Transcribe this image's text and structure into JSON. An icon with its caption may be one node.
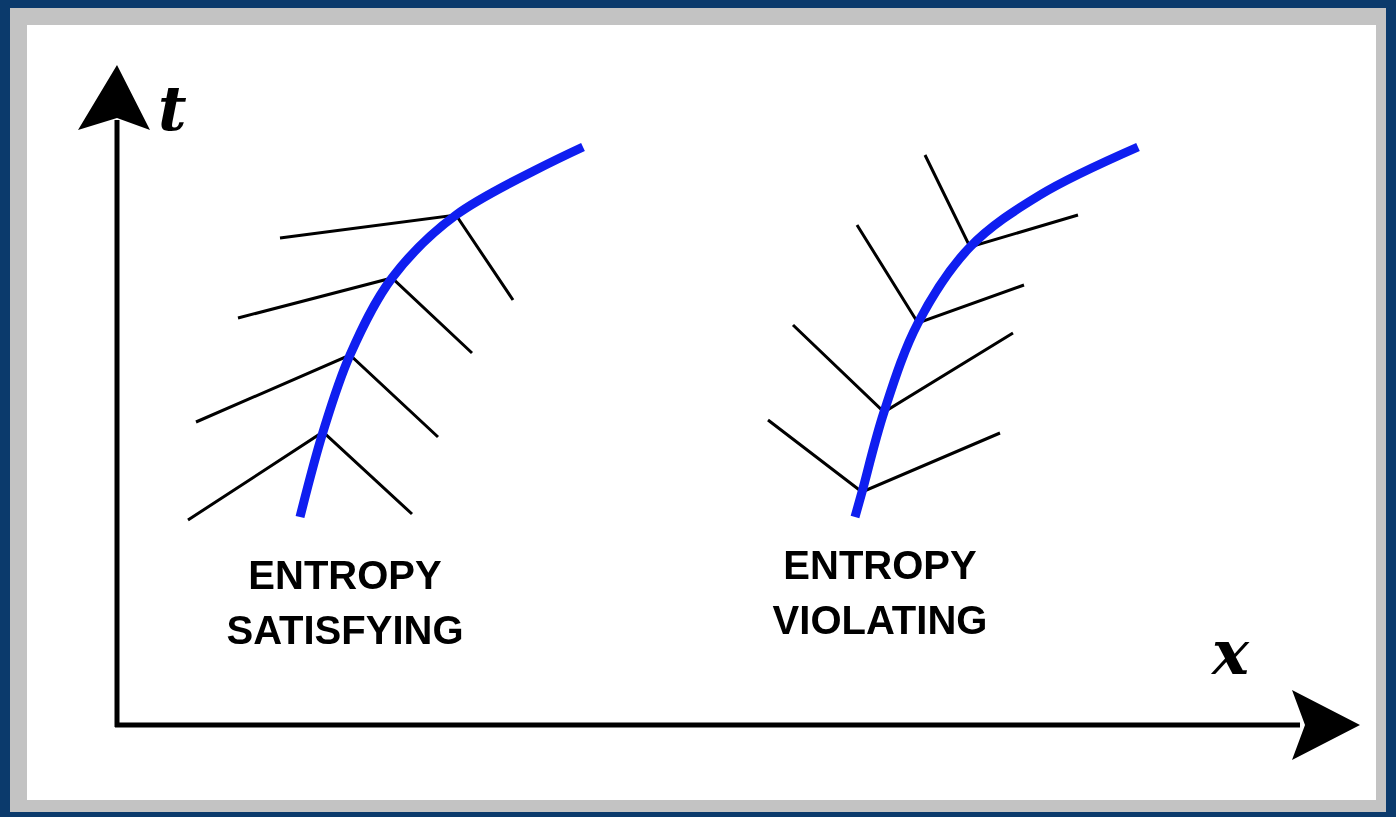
{
  "diagram": {
    "labels": [
      "t",
      "ENTROPY SATISFYING",
      "ENTROPY VIOLATING",
      "x"
    ]
  }
}
